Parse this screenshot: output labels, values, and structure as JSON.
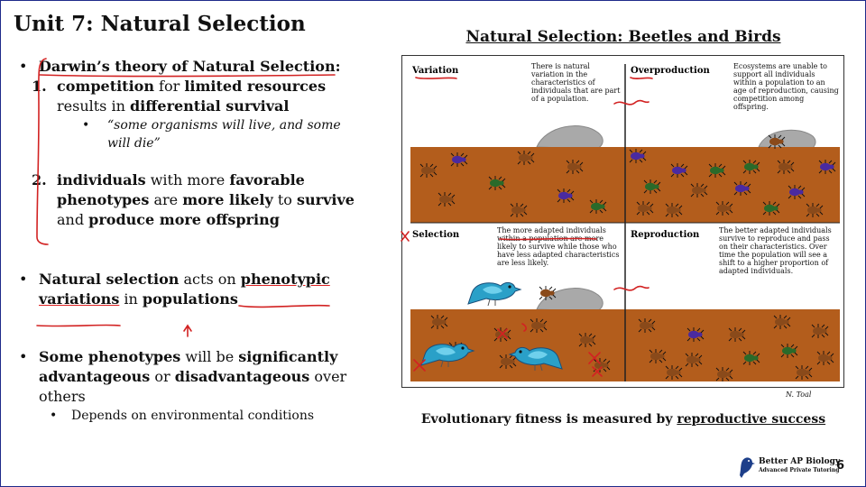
{
  "slide_title": "Unit 7: Natural Selection",
  "left": {
    "b1": "Darwin’s theory of Natural Selection:",
    "n1_num": "1.",
    "n1": {
      "a": "competition",
      "b": " for ",
      "c": "limited resources",
      "d": " results in ",
      "e": "differential survival"
    },
    "n1_sub": "“some organisms will live, and some will die”",
    "n2_num": "2.",
    "n2": {
      "a": "individuals",
      "b": " with more ",
      "c": "favorable phenotypes",
      "d": " are ",
      "e": "more likely",
      "f": " to ",
      "g": "survive",
      "h": " and ",
      "i": "produce more offspring"
    },
    "b2": {
      "a": "Natural selection",
      "b": " acts on ",
      "c": "phenotypic variations",
      "d": " in ",
      "e": "populations"
    },
    "b3": {
      "a": "Some phenotypes",
      "b": " will be ",
      "c": "significantly advantageous",
      "d": " or ",
      "e": "disadvantageous",
      "f": " over others"
    },
    "b3_sub": "Depends on environmental conditions"
  },
  "figure": {
    "title": "Natural Selection: Beetles and Birds",
    "panels": {
      "variation": {
        "label": "Variation",
        "desc": "There is natural variation in the characteristics of individuals that are part of a population."
      },
      "overproduction": {
        "label": "Overproduction",
        "desc": "Ecosystems are unable to support all individuals within a population to an age of reproduction, causing competition among offspring."
      },
      "selection": {
        "label": "Selection",
        "desc": "The more adapted individuals within a population are more likely to survive while those who have less adapted characteristics are less likely."
      },
      "reproduction": {
        "label": "Reproduction",
        "desc": "The better adapted individuals survive to reproduce and pass on their characteristics. Over time the population will see a shift to a higher proportion of adapted individuals."
      }
    },
    "credit": "N. Toal"
  },
  "caption": {
    "a": "Evolutionary fitness is measured by ",
    "b": "reproductive success"
  },
  "brand": {
    "line1": "Better AP Biology",
    "line2": "Advanced Private Tutoring"
  },
  "page_number": "6",
  "colors": {
    "soil": "#b35d1c",
    "annotation": "#d22222",
    "bird": "#2aa0c8",
    "rock": "#a9a9a9"
  }
}
